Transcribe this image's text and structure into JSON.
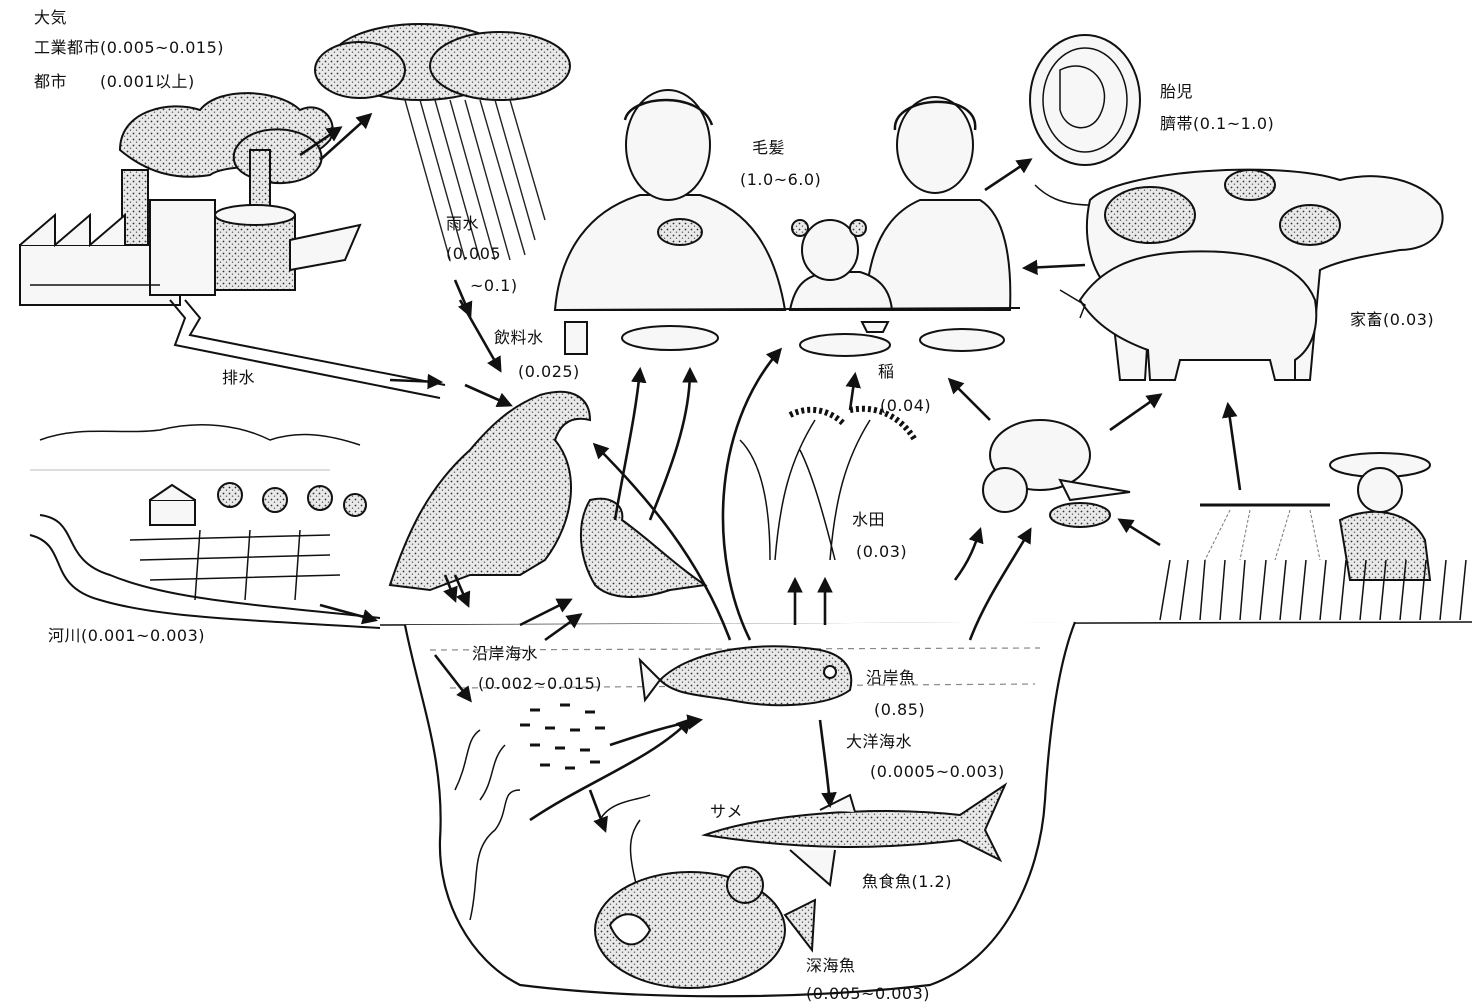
{
  "labels": {
    "atmosphere": "大気",
    "industrial_city": "工業都市(0.005~0.015)",
    "city": "都市　　(0.001以上)",
    "drainage": "排水",
    "rain": "雨水",
    "rain_value_1": "(0.005",
    "rain_value_2": "~0.1)",
    "drinking_water": "飲料水",
    "drinking_water_value": "(0.025)",
    "hair": "毛髪",
    "hair_value": "(1.0~6.0)",
    "fetus": "胎児",
    "umbilical_cord": "臍帯(0.1~1.0)",
    "livestock": "家畜(0.03)",
    "rice": "稲",
    "rice_value": "(0.04)",
    "paddy": "水田",
    "paddy_value": "(0.03)",
    "river": "河川(0.001~0.003)",
    "coastal_seawater": "沿岸海水",
    "coastal_seawater_value": "(0.002~0.015)",
    "coastal_fish": "沿岸魚",
    "coastal_fish_value": "(0.85)",
    "ocean_seawater": "大洋海水",
    "ocean_seawater_value": "(0.0005~0.003)",
    "shark": "サメ",
    "piscivorous_fish": "魚食魚(1.2)",
    "deep_sea_fish": "深海魚",
    "deep_sea_fish_value": "(0.005~0.003)"
  }
}
